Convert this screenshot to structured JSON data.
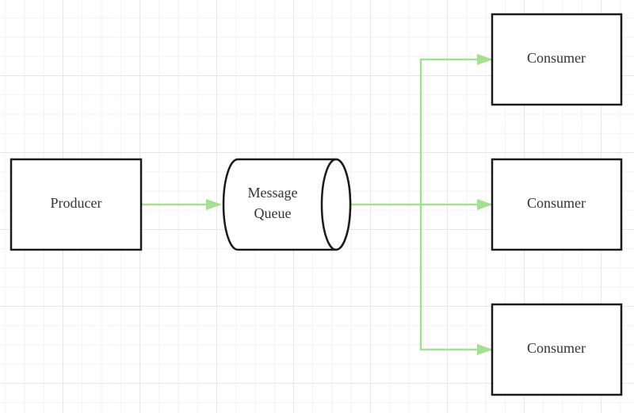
{
  "nodes": {
    "producer": {
      "label": "Producer"
    },
    "queue": {
      "label_line1": "Message",
      "label_line2": "Queue"
    },
    "consumers": [
      {
        "label": "Consumer"
      },
      {
        "label": "Consumer"
      },
      {
        "label": "Consumer"
      }
    ]
  },
  "colors": {
    "connector": "#a3e08f",
    "node_border": "#1a1a1a",
    "text": "#333333"
  }
}
